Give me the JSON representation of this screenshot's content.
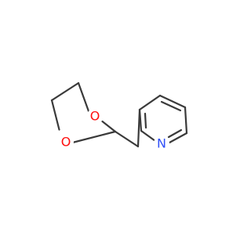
{
  "molecule": {
    "atoms": {
      "o1": {
        "symbol": "O"
      },
      "o2": {
        "symbol": "O"
      },
      "n1": {
        "symbol": "N"
      }
    },
    "colors": {
      "bond": "#3a3a3a",
      "oxygen": "#ff0d0d",
      "nitrogen": "#3050f8",
      "background": "#ffffff"
    }
  }
}
